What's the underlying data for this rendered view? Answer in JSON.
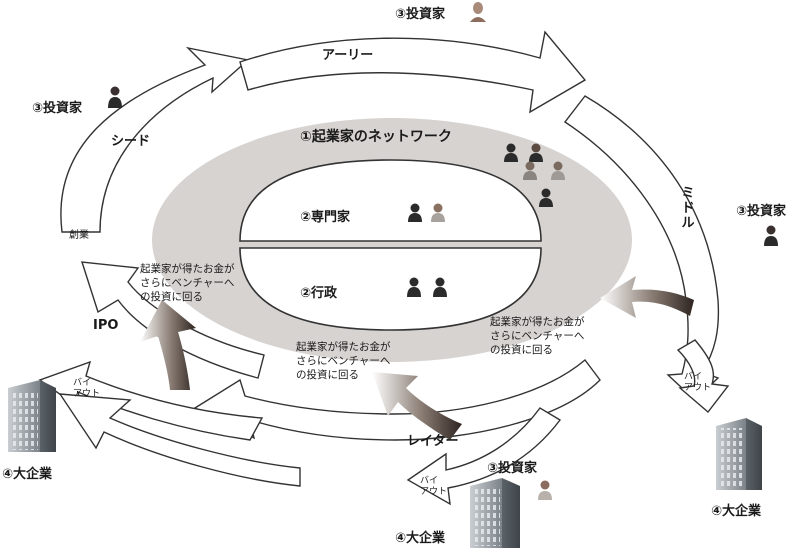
{
  "network": {
    "title": "①起業家のネットワーク"
  },
  "experts": {
    "title": "②専門家"
  },
  "government": {
    "title": "②行政"
  },
  "stages": {
    "early": "アーリー",
    "seed": "シード",
    "middle": "ミドル",
    "later": "レイター",
    "ipo": "IPO",
    "founding": "創業"
  },
  "investors": {
    "top": "③投資家",
    "left": "③投資家",
    "right": "③投資家",
    "bottom": "③投資家"
  },
  "companies": {
    "left": "④大企業",
    "right": "④大企業",
    "bottom": "④大企業"
  },
  "buyout": {
    "left": [
      "バイ",
      "アウト"
    ],
    "right": [
      "バイ",
      "アウト"
    ],
    "bottom": [
      "バイ",
      "アウト"
    ]
  },
  "reinvest": {
    "left": [
      "起業家が得たお金が",
      "さらにベンチャーへ",
      "の投資に回る"
    ],
    "center": [
      "起業家が得たお金が",
      "さらにベンチャーへ",
      "の投資に回る"
    ],
    "right": [
      "起業家が得たお金が",
      "さらにベンチャーへ",
      "の投資に回る"
    ]
  },
  "colors": {
    "ellipse": "#d7d3d0",
    "ring_stroke": "#444444",
    "figure_suit": "#2b2b2b",
    "building": "#8a8f94"
  }
}
